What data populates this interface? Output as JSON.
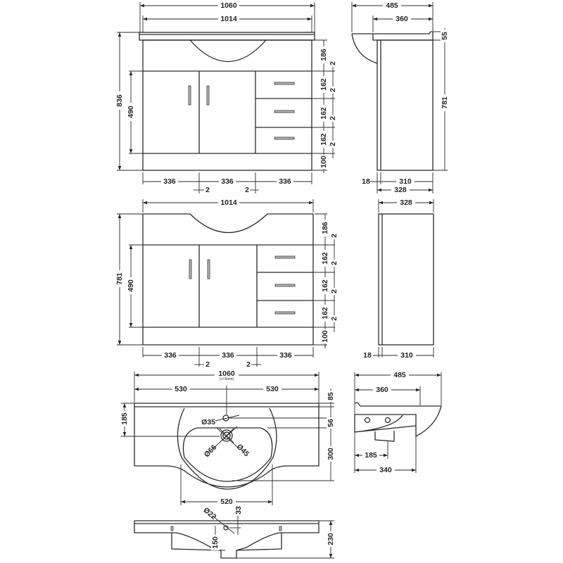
{
  "front_full": {
    "width_overall": "1060",
    "width_cabinet": "1014",
    "height_overall": "836",
    "height_doors": "490",
    "right_dims": [
      "186",
      "162",
      "162",
      "162",
      "100"
    ],
    "gaps": [
      "2",
      "2",
      "2",
      "2"
    ],
    "bottom_dims": [
      "336",
      "336",
      "336"
    ],
    "bottom_gaps": [
      "2",
      "2"
    ]
  },
  "side_full": {
    "depth_overall": "485",
    "depth_top": "360",
    "top_thickness": "55",
    "height_cabinet": "781",
    "door_thickness": "18",
    "carcass_depth": "310",
    "depth_cabinet": "328"
  },
  "front_cabinet": {
    "width_cabinet": "1014",
    "height_cabinet": "781",
    "height_doors": "490",
    "right_dims": [
      "186",
      "162",
      "162",
      "162",
      "100"
    ],
    "gaps": [
      "2",
      "2",
      "2",
      "2"
    ],
    "bottom_dims": [
      "336",
      "336",
      "336"
    ],
    "bottom_gaps": [
      "2",
      "2"
    ]
  },
  "side_cabinet": {
    "depth_cabinet": "328",
    "door_thickness": "18",
    "carcass_depth": "310"
  },
  "basin_plan": {
    "width": "1060",
    "tolerance": "(+/-5mm)",
    "half_left": "530",
    "half_right": "530",
    "rim": "85",
    "tap_offset": "56",
    "bowl_depth": "300",
    "waste_offset": "185",
    "bowl_width": "520",
    "tap_hole": "Ø35",
    "waste_outer": "Ø66",
    "waste_inner": "Ø45"
  },
  "basin_side": {
    "depth_overall": "485",
    "depth_top": "360",
    "waste_position": "185",
    "depth_base": "340"
  },
  "basin_front": {
    "overflow": "Ø22",
    "overflow_offset": "33",
    "bowl_depth": "150",
    "height": "230"
  }
}
